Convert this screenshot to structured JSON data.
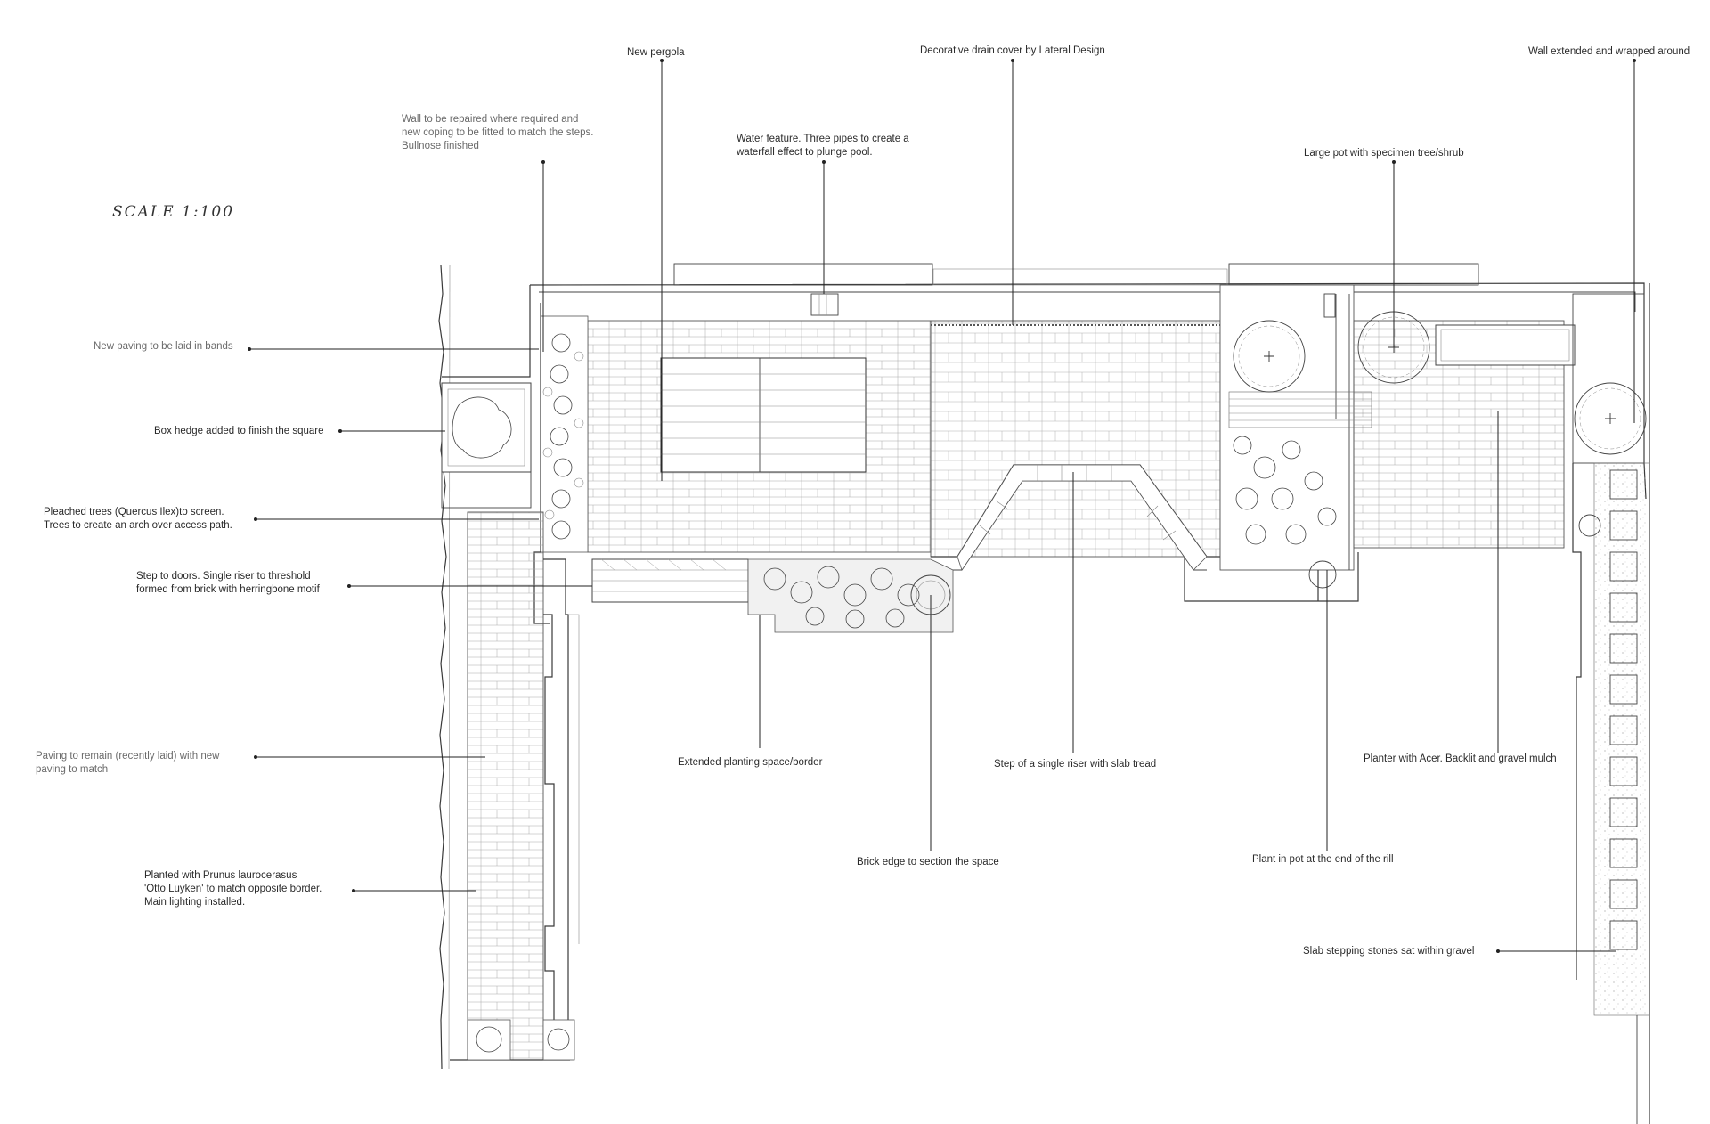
{
  "scale_note": "SCALE 1:100",
  "annotations": {
    "new_pergola": "New pergola",
    "drain_cover": "Decorative drain cover by Lateral Design",
    "wall_extended": "Wall extended and wrapped around",
    "wall_repair": "Wall to be repaired where required and\nnew coping to be fitted to match the steps.\nBullnose finished",
    "water_feature": "Water feature. Three pipes to create a\nwaterfall effect to plunge pool.",
    "large_pot": "Large pot with specimen tree/shrub",
    "new_paving": "New paving to be laid in bands",
    "box_hedge": "Box hedge added to finish the square",
    "pleached_trees": "Pleached trees (Quercus Ilex)to screen.\nTrees to create an arch over access path.",
    "step_doors": "Step to doors. Single riser to threshold\nformed from brick with herringbone motif",
    "paving_remain": "Paving to remain (recently laid) with new\npaving to match",
    "extended_planting": "Extended planting space/border",
    "step_single_riser": "Step of a single riser with slab tread",
    "planter_acer": "Planter with Acer. Backlit and gravel mulch",
    "planted_prunus": "Planted with Prunus laurocerasus\n'Otto Luyken' to match opposite border.\nMain lighting installed.",
    "brick_edge": "Brick edge to section the space",
    "plant_pot_rill": "Plant in pot at the end of the rill",
    "slab_stepping": "Slab stepping stones sat within gravel"
  },
  "icons": {
    "tree": "tree-symbol-icon",
    "pot": "pot-symbol-icon",
    "shrub": "shrub-symbol-icon"
  },
  "colors": {
    "ink": "#3a3a3a",
    "text": "#2a2a2a",
    "faint_text": "#6a6a6a",
    "paper": "#ffffff"
  }
}
